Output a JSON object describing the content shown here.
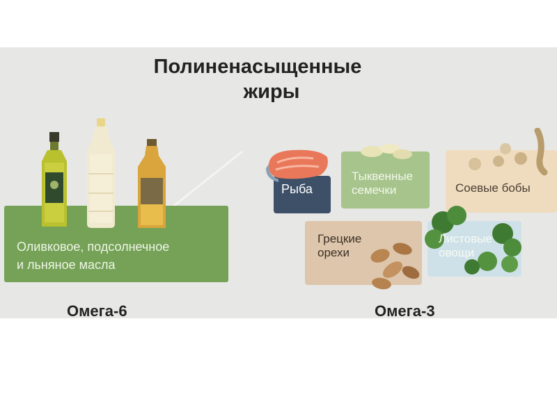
{
  "title": {
    "line1": "Полиненасыщенные",
    "line2": "жиры"
  },
  "omega6": {
    "label": "Омега-6",
    "box_line1": "Оливковое, подсолнечное",
    "box_line2": "и льняное масла"
  },
  "omega3": {
    "label": "Омега-3",
    "fish": "Рыба",
    "seeds_line1": "Тыквенные",
    "seeds_line2": "семечки",
    "soy": "Соевые бобы",
    "nuts_line1": "Грецкие",
    "nuts_line2": "орехи",
    "leaves_line1": "Листовые",
    "leaves_line2": "овощи"
  },
  "colors": {
    "oil_box": "#75a257",
    "fish_box": "#3d5068",
    "seed_box": "#a6c48c",
    "soy_box": "#efdcbf",
    "nut_box": "#ddc6ab",
    "leaf_box": "#cfe1e8",
    "background": "#e7e7e5"
  }
}
